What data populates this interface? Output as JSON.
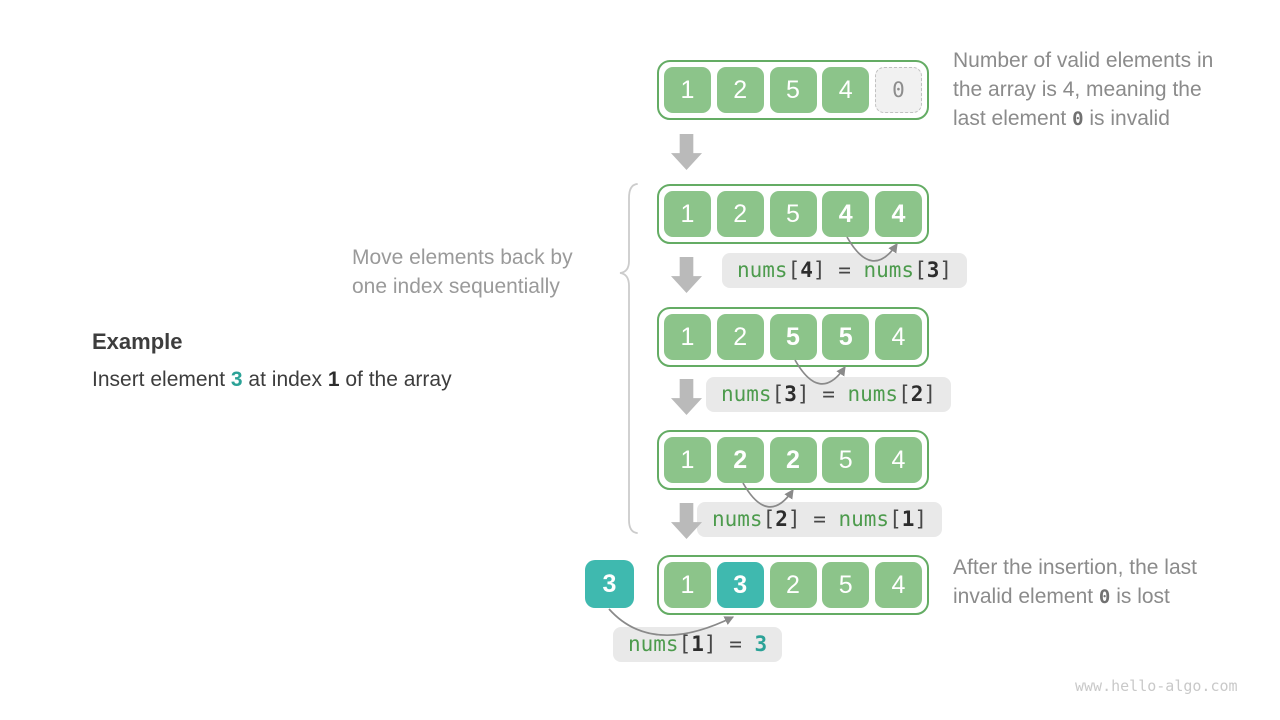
{
  "colors": {
    "cell_green": "#8cc48a",
    "container_border_green": "#64ac64",
    "teal_accent": "#3fb9af",
    "teal_text": "#2ba297",
    "invalid_cell_bg": "#f1f1f1",
    "invalid_cell_border": "#c1c1c1",
    "label_bg": "#e9e9e9",
    "mono_green": "#4d9b4d",
    "gray_note_text": "#8b8b8b",
    "dark_text": "#3d3d3d",
    "block_arrow_gray": "#bababa",
    "curved_arrow_gray": "#8a8a8a",
    "brace_gray": "#cccccc",
    "watermark_gray": "#c9c9c9"
  },
  "example": {
    "title": "Example",
    "subtitle": {
      "pre": "Insert element ",
      "value": "3",
      "mid": " at index ",
      "index": "1",
      "post": " of the array"
    }
  },
  "move_note": {
    "line1": "Move elements back by",
    "line2": "one index sequentially"
  },
  "note_top": {
    "line1": "Number of valid elements in",
    "line2": "the array is 4, meaning the",
    "line3_pre": "last element ",
    "line3_code": "0",
    "line3_post": " is invalid"
  },
  "note_bottom": {
    "line1": "After the insertion, the last",
    "line2_pre": "invalid element ",
    "line2_code": "0",
    "line2_post": " is lost"
  },
  "inserted_element": {
    "value": "3"
  },
  "rows": [
    {
      "name": "initial array",
      "cells": [
        {
          "v": "1",
          "variant": "normal"
        },
        {
          "v": "2",
          "variant": "normal"
        },
        {
          "v": "5",
          "variant": "normal"
        },
        {
          "v": "4",
          "variant": "normal"
        },
        {
          "v": "0",
          "variant": "invalid"
        }
      ]
    },
    {
      "name": "shift step 1",
      "cells": [
        {
          "v": "1",
          "variant": "normal"
        },
        {
          "v": "2",
          "variant": "normal"
        },
        {
          "v": "5",
          "variant": "normal"
        },
        {
          "v": "4",
          "variant": "moved"
        },
        {
          "v": "4",
          "variant": "moved"
        }
      ],
      "label": {
        "fn1": "nums",
        "open1": "[",
        "idx1": "4",
        "close1": "]",
        "eq": " = ",
        "fn2": "nums",
        "open2": "[",
        "idx2": "3",
        "close2": "]"
      }
    },
    {
      "name": "shift step 2",
      "cells": [
        {
          "v": "1",
          "variant": "normal"
        },
        {
          "v": "2",
          "variant": "normal"
        },
        {
          "v": "5",
          "variant": "moved"
        },
        {
          "v": "5",
          "variant": "moved"
        },
        {
          "v": "4",
          "variant": "normal"
        }
      ],
      "label": {
        "fn1": "nums",
        "open1": "[",
        "idx1": "3",
        "close1": "]",
        "eq": " = ",
        "fn2": "nums",
        "open2": "[",
        "idx2": "2",
        "close2": "]"
      }
    },
    {
      "name": "shift step 3",
      "cells": [
        {
          "v": "1",
          "variant": "normal"
        },
        {
          "v": "2",
          "variant": "moved"
        },
        {
          "v": "2",
          "variant": "moved"
        },
        {
          "v": "5",
          "variant": "normal"
        },
        {
          "v": "4",
          "variant": "normal"
        }
      ],
      "label": {
        "fn1": "nums",
        "open1": "[",
        "idx1": "2",
        "close1": "]",
        "eq": " = ",
        "fn2": "nums",
        "open2": "[",
        "idx2": "1",
        "close2": "]"
      }
    },
    {
      "name": "after insertion",
      "cells": [
        {
          "v": "1",
          "variant": "normal"
        },
        {
          "v": "3",
          "variant": "new"
        },
        {
          "v": "2",
          "variant": "normal"
        },
        {
          "v": "5",
          "variant": "normal"
        },
        {
          "v": "4",
          "variant": "normal"
        }
      ],
      "label": {
        "fn1": "nums",
        "open1": "[",
        "idx1": "1",
        "close1": "]",
        "eq": " = ",
        "value": "3"
      }
    }
  ],
  "watermark": "www.hello-algo.com"
}
